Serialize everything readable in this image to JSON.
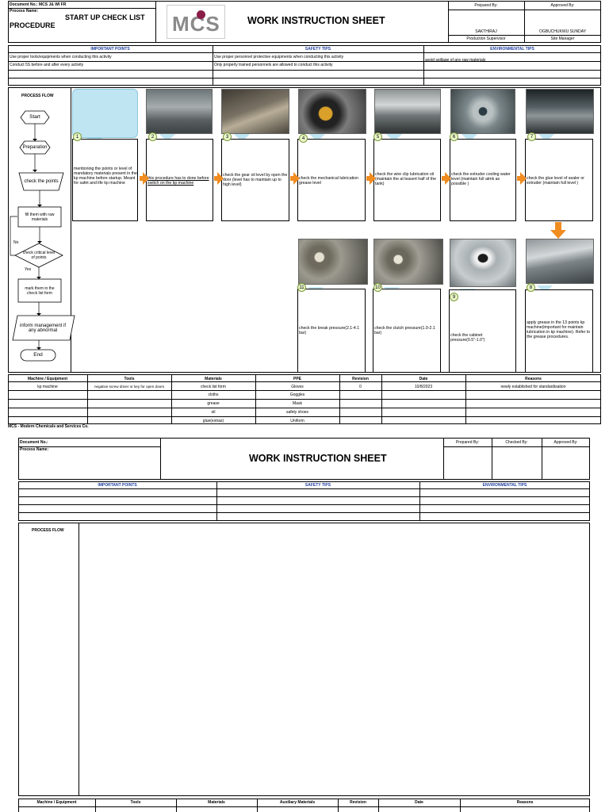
{
  "sheet1": {
    "doc_no_label": "Document No.: MCS J& WI FR",
    "process_name_label": "Process Name:",
    "process_title": "START UP CHECK LIST",
    "procedure_label": "PROCEDURE",
    "logo_text": "MCS",
    "main_title": "WORK INSTRUCTION SHEET",
    "prepared_by_label": "Prepared By:",
    "approved_by_label": "Approved By:",
    "prepared_name": "SAKTHIRAJ",
    "prepared_role": "Production Supervisor",
    "approved_name": "OGBUCHUKWU SUNDAY",
    "approved_role": "Site Manager",
    "important_points_header": "IMPORTANT POINTS",
    "safety_tips_header": "SAFETY TIPS",
    "environmental_tips_header": "ENVIRONMENTAL TIPS",
    "important_points": [
      "Use proper tools/equipments when conducting this activity",
      "Conduct 5S before and after every activity"
    ],
    "safety_tips": [
      "Use proper personnel protective equipments when conducting this activity",
      "Only properly trained personnels are allowed to conduct this activity"
    ],
    "environmental_tips": [
      "avoid spillage of any raw materials"
    ],
    "process_flow_label": "PROCESS FLOW",
    "flow": {
      "start": "Start",
      "preparation": "Preparation",
      "check_points": "check the points",
      "fill_raw": "fill them with raw materials",
      "check_critical": "check critical level of points",
      "no": "No",
      "yes": "Yes",
      "mark": "mark them in the check list form",
      "inform": "inform management if any abnormal",
      "end": "End"
    },
    "steps": [
      {
        "n": "1",
        "text": "mentioning the points or level of mandatory materials present in the kp machine before startup. Meant for safet and life kp machine"
      },
      {
        "n": "2",
        "text": "this procedure has to done before switch on the kp machine"
      },
      {
        "n": "3",
        "text": "check the gear oil level by open the door (level has to maintain up to high level)"
      },
      {
        "n": "4",
        "text": "check the mechanical lubrication grease level"
      },
      {
        "n": "5",
        "text": "check the wire clip lubrication oil (maintain the at leasert half of the tank)"
      },
      {
        "n": "6",
        "text": "check the extruder cooling water level (maintain full atmk as possible )"
      },
      {
        "n": "7",
        "text": "check the glue level of sealer or extruder (maintain full level )"
      },
      {
        "n": "8",
        "text": "apply grease in the 13 points kp machine(important for maintain lubrication in kp machine). Refer to the grease procedures."
      },
      {
        "n": "9",
        "text": "check the cabinet pressure(0.5\"-1.0\")"
      },
      {
        "n": "10",
        "text": "check the clutch pressure(1.0-2.1 bar)"
      },
      {
        "n": "11",
        "text": "check the break pressure(2.1-4.1 bar)"
      }
    ],
    "table_headers": [
      "Machine / Equipment",
      "Tools",
      "Materials",
      "PPE",
      "Revision",
      "Date",
      "Reasons"
    ],
    "table_rows": [
      [
        "kp machine",
        "negative screw driver or key for open doors",
        "check list form",
        "Gloves",
        "0",
        "10/8/2023",
        "newly established for standardisation"
      ],
      [
        "",
        "",
        "cloths",
        "Goggles",
        "",
        "",
        ""
      ],
      [
        "",
        "",
        "grease",
        "Mask",
        "",
        "",
        ""
      ],
      [
        "",
        "",
        "oil",
        "safety shoes",
        "",
        "",
        ""
      ],
      [
        "",
        "",
        "glue(extras)",
        "Uniform",
        "",
        "",
        ""
      ]
    ],
    "footer": "MCS - Modern Chemicals and Services Co."
  },
  "sheet2": {
    "doc_no_label": "Document No.:",
    "process_name_label": "Process Name:",
    "main_title": "WORK INSTRUCTION SHEET",
    "prepared_by_label": "Prepared By:",
    "checked_by_label": "Checked By:",
    "approved_by_label": "Approved By:",
    "important_points_header": "IMPORTANT POINTS",
    "safety_tips_header": "SAFETY TIPS",
    "environmental_tips_header": "ENVIRONMENTAL TIPS",
    "process_flow_label": "PROCESS FLOW",
    "table_headers": [
      "Machine / Equipment",
      "Tools",
      "Materials",
      "Auxiliary Materials",
      "Revision",
      "Date",
      "Reasons"
    ]
  }
}
